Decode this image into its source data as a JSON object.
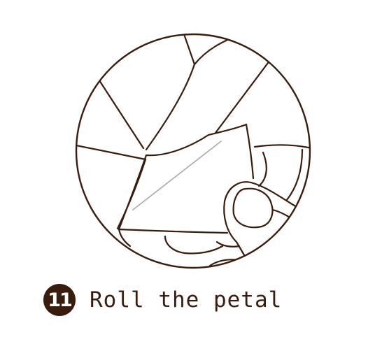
{
  "step": {
    "number": "11",
    "caption": "Roll the petal"
  },
  "colors": {
    "outline": "#3a1c0d",
    "badge": "#3a1c0d",
    "fold_guide": "#a8a8a8"
  },
  "icons": {
    "step_badge": "numbered-circle",
    "illustration": "hand-rolling-petal"
  }
}
